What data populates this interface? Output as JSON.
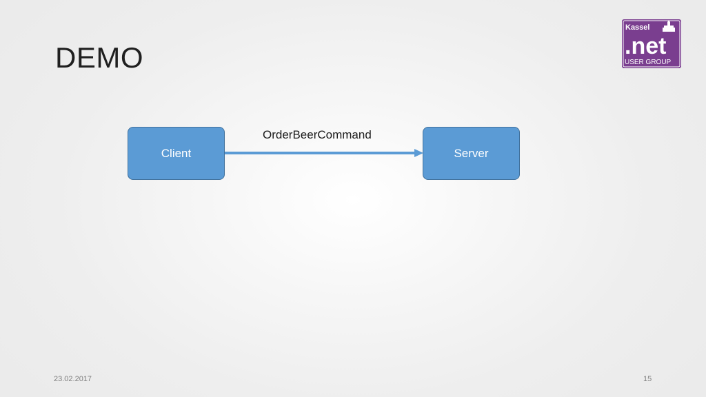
{
  "slide": {
    "title": "DEMO",
    "date": "23.02.2017",
    "page_number": "15"
  },
  "logo": {
    "city": "Kassel",
    "name": ".net",
    "subtitle": "USER GROUP",
    "color": "#7a3e8f"
  },
  "diagram": {
    "nodes": [
      {
        "label": "Client",
        "color": "#5b9bd5"
      },
      {
        "label": "Server",
        "color": "#5b9bd5"
      }
    ],
    "edge": {
      "label": "OrderBeerCommand",
      "from": "Client",
      "to": "Server",
      "color": "#5b9bd5"
    }
  }
}
